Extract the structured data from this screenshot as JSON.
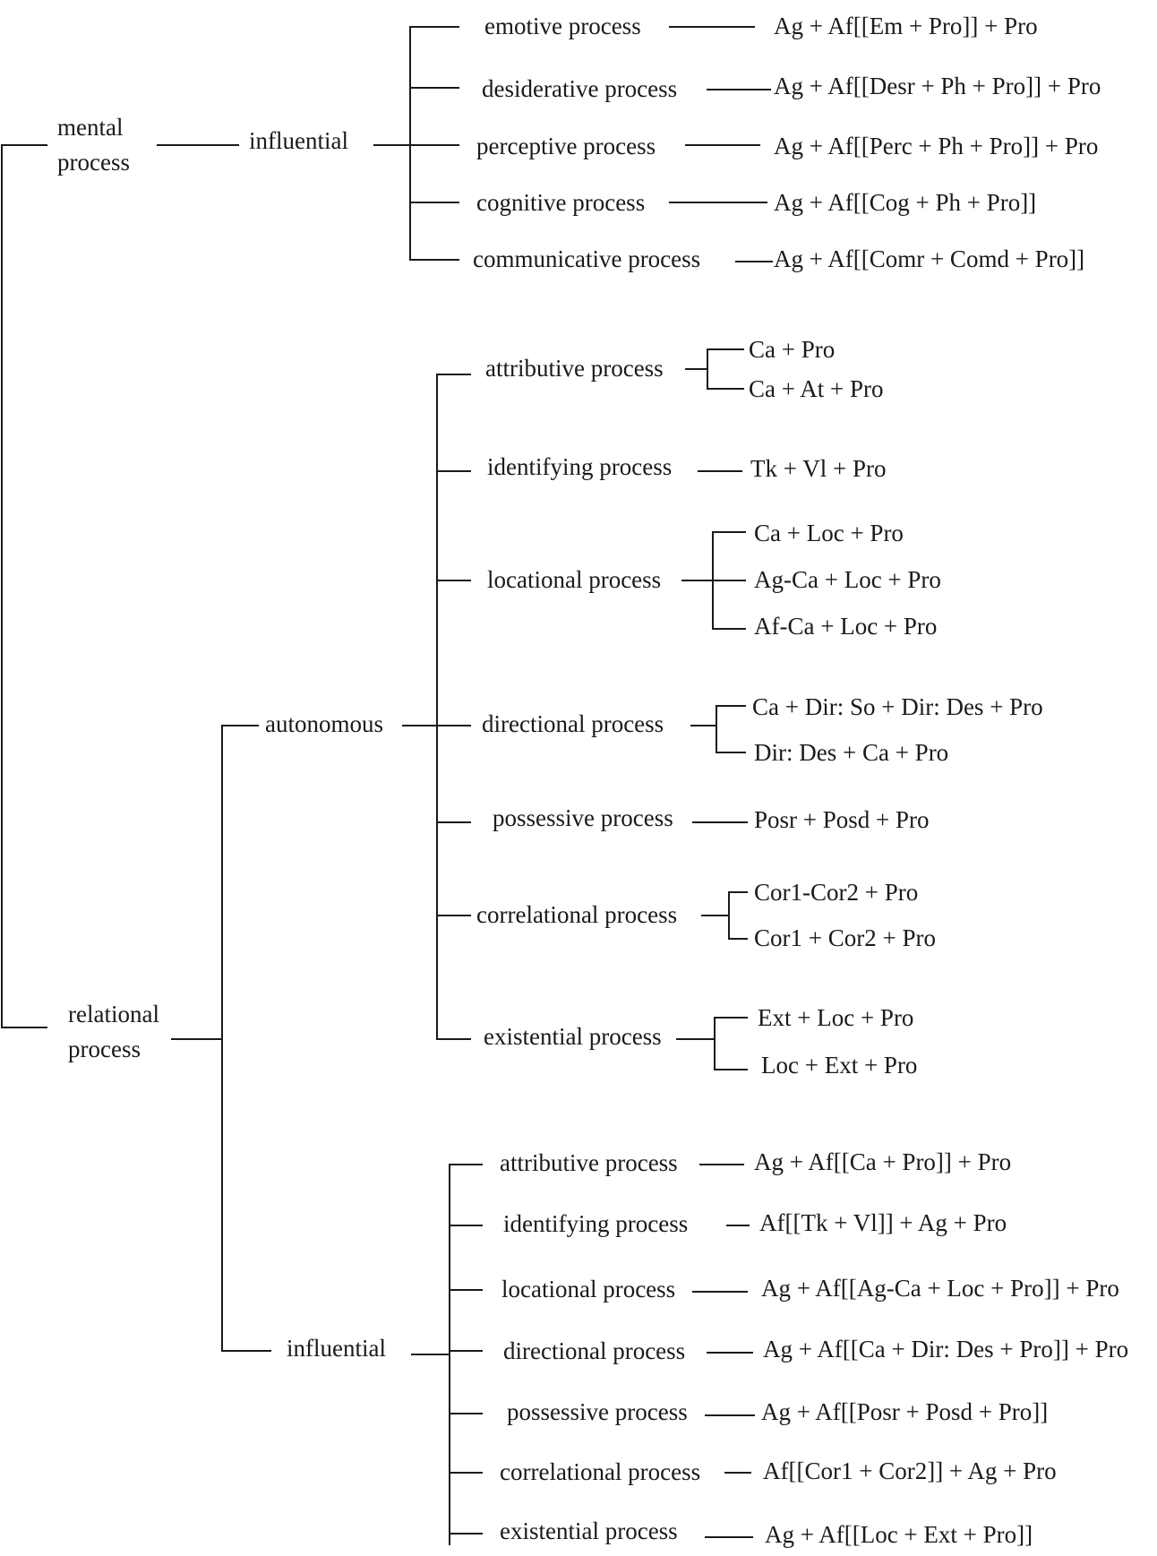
{
  "tree": {
    "mental": {
      "label_lines": [
        "mental",
        "process"
      ],
      "type_label": "influential",
      "processes": [
        {
          "name": "emotive process",
          "structures": [
            "Ag + Af[[Em + Pro]] + Pro"
          ]
        },
        {
          "name": "desiderative process",
          "structures": [
            "Ag + Af[[Desr + Ph + Pro]] + Pro"
          ]
        },
        {
          "name": "perceptive process",
          "structures": [
            "Ag + Af[[Perc + Ph + Pro]] + Pro"
          ]
        },
        {
          "name": "cognitive process",
          "structures": [
            "Ag + Af[[Cog + Ph + Pro]]"
          ]
        },
        {
          "name": "communicative process",
          "structures": [
            "Ag + Af[[Comr + Comd + Pro]]"
          ]
        }
      ]
    },
    "relational": {
      "label_lines": [
        "relational",
        "process"
      ],
      "autonomous": {
        "type_label": "autonomous",
        "processes": [
          {
            "name": "attributive process",
            "structures": [
              "Ca + Pro",
              "Ca + At + Pro"
            ]
          },
          {
            "name": "identifying process",
            "structures": [
              "Tk + Vl + Pro"
            ]
          },
          {
            "name": "locational process",
            "structures": [
              "Ca + Loc + Pro",
              "Ag-Ca + Loc + Pro",
              "Af-Ca + Loc + Pro"
            ]
          },
          {
            "name": "directional process",
            "structures": [
              "Ca + Dir: So + Dir: Des + Pro",
              "Dir: Des + Ca + Pro"
            ]
          },
          {
            "name": "possessive process",
            "structures": [
              "Posr + Posd + Pro"
            ]
          },
          {
            "name": "correlational process",
            "structures": [
              "Cor1-Cor2 + Pro",
              "Cor1 + Cor2 + Pro"
            ]
          },
          {
            "name": "existential process",
            "structures": [
              "Ext + Loc + Pro",
              "Loc + Ext + Pro"
            ]
          }
        ]
      },
      "influential": {
        "type_label": "influential",
        "processes": [
          {
            "name": "attributive process",
            "structures": [
              "Ag + Af[[Ca + Pro]] + Pro"
            ]
          },
          {
            "name": "identifying process",
            "structures": [
              "Af[[Tk + Vl]] + Ag + Pro"
            ]
          },
          {
            "name": "locational process",
            "structures": [
              "Ag + Af[[Ag-Ca + Loc + Pro]] + Pro"
            ]
          },
          {
            "name": "directional process",
            "structures": [
              "Ag + Af[[Ca + Dir: Des + Pro]] + Pro"
            ]
          },
          {
            "name": "possessive process",
            "structures": [
              "Ag + Af[[Posr + Posd + Pro]]"
            ]
          },
          {
            "name": "correlational process",
            "structures": [
              "Af[[Cor1 + Cor2]] + Ag + Pro"
            ]
          },
          {
            "name": "existential process",
            "structures": [
              "Ag + Af[[Loc + Ext + Pro]]"
            ]
          }
        ]
      }
    }
  }
}
